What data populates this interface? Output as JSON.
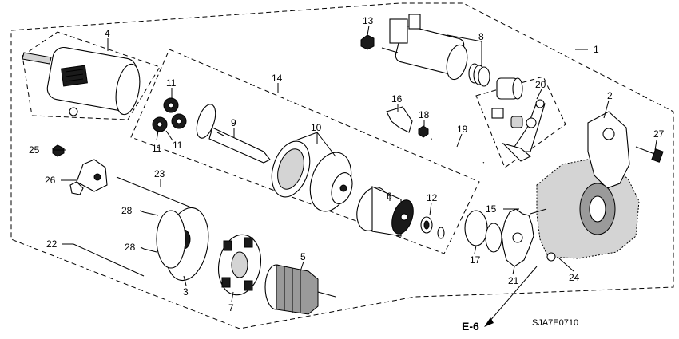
{
  "callouts": {
    "c1": "1",
    "c2": "2",
    "c3": "3",
    "c4": "4",
    "c5": "5",
    "c6": "6",
    "c7": "7",
    "c8": "8",
    "c9": "9",
    "c10": "10",
    "c11a": "11",
    "c11b": "11",
    "c11c": "11",
    "c12": "12",
    "c13": "13",
    "c14": "14",
    "c15": "15",
    "c16": "16",
    "c17": "17",
    "c18": "18",
    "c19": "19",
    "c20": "20",
    "c21": "21",
    "c22": "22",
    "c23": "23",
    "c24": "24",
    "c25": "25",
    "c26": "26",
    "c27": "27",
    "c28a": "28",
    "c28b": "28"
  },
  "reference": "E-6",
  "diagram_code": "SJA7E0710"
}
